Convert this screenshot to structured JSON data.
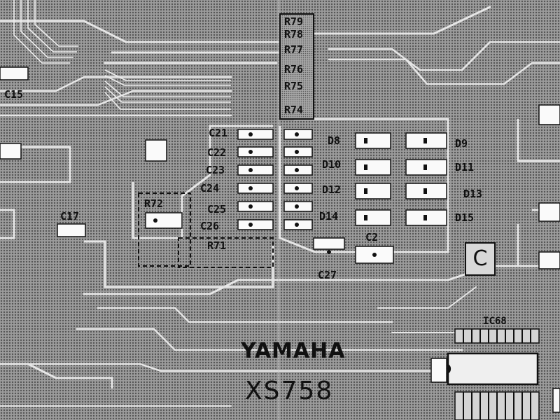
{
  "board": {
    "brand": "YAMAHA",
    "model": "XS758",
    "zone_marker": "C",
    "ic_label": "IC68",
    "resistor_stack": [
      "R79",
      "R78",
      "R77",
      "R76",
      "R75",
      "R74"
    ],
    "labels": {
      "c15": "C15",
      "c17": "C17",
      "c21": "C21",
      "c22": "C22",
      "c23": "C23",
      "c24": "C24",
      "c25": "C25",
      "c26": "C26",
      "c27": "C27",
      "c2": "C2",
      "r71": "R71",
      "r72": "R72",
      "d8": "D8",
      "d9": "D9",
      "d10": "D10",
      "d11": "D11",
      "d12": "D12",
      "d13": "D13",
      "d14": "D14",
      "d15": "D15"
    },
    "colors": {
      "board": "#8a8a8a",
      "trace": "#e6e6e6",
      "silkscreen": "#111111"
    }
  }
}
